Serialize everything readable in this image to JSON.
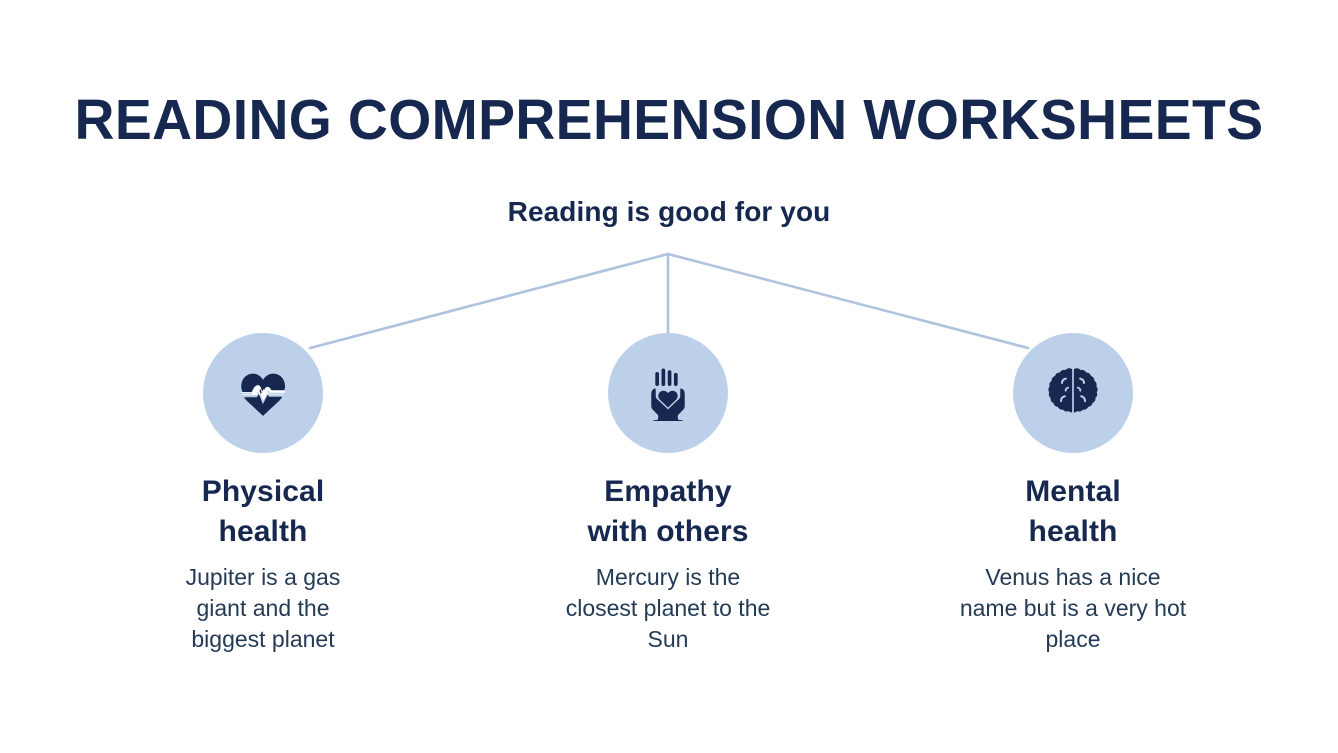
{
  "slide": {
    "title": "READING COMPREHENSION WORKSHEETS",
    "subtitle": "Reading is good for you",
    "background_color": "#ffffff",
    "navy_color": "#16284f",
    "body_color": "#243b56",
    "circle_color": "#bdd0ea",
    "connector_color": "#afc3de"
  },
  "columns": [
    {
      "icon": "heart-pulse-icon",
      "heading": "Physical\nhealth",
      "heading_line_1": "Physical",
      "heading_line_2": "health",
      "body": "Jupiter is a gas giant and the biggest planet"
    },
    {
      "icon": "hands-holding-heart-icon",
      "heading": "Empathy\nwith others",
      "heading_line_1": "Empathy",
      "heading_line_2": "with others",
      "body": "Mercury is the closest planet to the Sun"
    },
    {
      "icon": "brain-icon",
      "heading": "Mental\nhealth",
      "heading_line_1": "Mental",
      "heading_line_2": "health",
      "body": "Venus has a nice name but is a very hot place"
    }
  ]
}
